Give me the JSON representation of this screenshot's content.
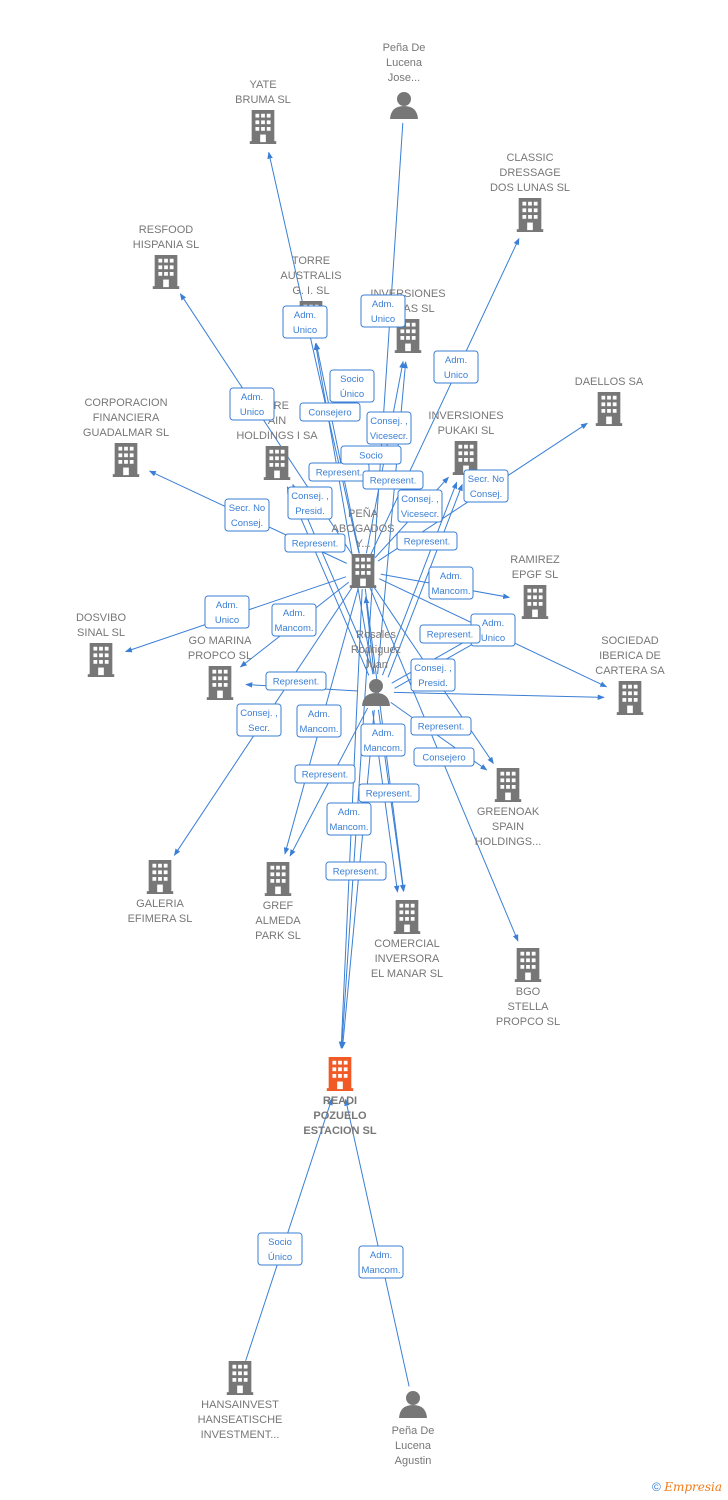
{
  "colors": {
    "company": "#777777",
    "focus": "#f15a24",
    "person": "#777777",
    "edge": "#3a7fd5"
  },
  "nodes": [
    {
      "id": "pena_jose",
      "type": "person",
      "lines": [
        "Peña De",
        "Lucena",
        "Jose..."
      ]
    },
    {
      "id": "yate",
      "type": "company",
      "lines": [
        "YATE",
        "BRUMA SL"
      ]
    },
    {
      "id": "classic",
      "type": "company",
      "lines": [
        "CLASSIC",
        "DRESSAGE",
        "DOS LUNAS  SL"
      ]
    },
    {
      "id": "resfood",
      "type": "company",
      "lines": [
        "RESFOOD",
        "HISPANIA  SL"
      ]
    },
    {
      "id": "torre",
      "type": "company",
      "lines": [
        "TORRE",
        "AUSTRALIS",
        "G. I.  SL"
      ]
    },
    {
      "id": "inversiones_lunas",
      "type": "company",
      "lines": [
        "INVERSIONES",
        "LUNAS  SL"
      ]
    },
    {
      "id": "daellos",
      "type": "company",
      "lines": [
        "DAELLOS SA"
      ]
    },
    {
      "id": "corporacion",
      "type": "company",
      "lines": [
        "CORPORACION",
        "FINANCIERA",
        "GUADALMAR SL"
      ]
    },
    {
      "id": "gore_spain",
      "type": "company",
      "lines": [
        "ORE",
        "AIN",
        "HOLDINGS I SA"
      ]
    },
    {
      "id": "pukaki",
      "type": "company",
      "lines": [
        "INVERSIONES",
        "PUKAKI  SL"
      ]
    },
    {
      "id": "pena_abogados",
      "type": "company",
      "lines": [
        "PEÑA",
        "ABOGADOS",
        "Y..."
      ]
    },
    {
      "id": "ramirez",
      "type": "company",
      "lines": [
        "RAMIREZ",
        "EPGF SL"
      ]
    },
    {
      "id": "dosvibo",
      "type": "company",
      "lines": [
        "DOSVIBO",
        "SINAL SL"
      ]
    },
    {
      "id": "go_marina",
      "type": "company",
      "lines": [
        "GO MARINA",
        "PROPCO  SL"
      ]
    },
    {
      "id": "sociedad_iberica",
      "type": "company",
      "lines": [
        "SOCIEDAD",
        "IBERICA DE",
        "CARTERA SA"
      ]
    },
    {
      "id": "rosales",
      "type": "person",
      "lines": [
        "Rosales",
        "Rodriguez",
        "Juan"
      ]
    },
    {
      "id": "greenoak",
      "type": "company",
      "lines": [
        "GREENOAK",
        "SPAIN",
        "HOLDINGS..."
      ]
    },
    {
      "id": "galeria",
      "type": "company",
      "lines": [
        "GALERIA",
        "EFIMERA  SL"
      ]
    },
    {
      "id": "gref",
      "type": "company",
      "lines": [
        "GREF",
        "ALMEDA",
        "PARK  SL"
      ]
    },
    {
      "id": "comercial",
      "type": "company",
      "lines": [
        "COMERCIAL",
        "INVERSORA",
        "EL MANAR SL"
      ]
    },
    {
      "id": "bgo",
      "type": "company",
      "lines": [
        "BGO",
        "STELLA",
        "PROPCO  SL"
      ]
    },
    {
      "id": "readi",
      "type": "focus",
      "lines": [
        "READI",
        "POZUELO",
        "ESTACION  SL"
      ]
    },
    {
      "id": "hansainvest",
      "type": "company",
      "lines": [
        "HANSAINVEST",
        "HANSEATISCHE",
        "INVESTMENT..."
      ]
    },
    {
      "id": "pena_agustin",
      "type": "person",
      "lines": [
        "Peña De",
        "Lucena",
        "Agustin"
      ]
    }
  ],
  "edges": [
    {
      "from": "pena_jose",
      "to": "readi",
      "labels": []
    },
    {
      "from": "pena_abogados",
      "to": "yate",
      "labels": []
    },
    {
      "from": "pena_abogados",
      "to": "classic",
      "labels": [
        "Adm.",
        "Unico"
      ]
    },
    {
      "from": "pena_abogados",
      "to": "resfood",
      "labels": [
        "Adm.",
        "Unico"
      ]
    },
    {
      "from": "pena_abogados",
      "to": "torre",
      "labels": [
        "Adm.",
        "Unico"
      ]
    },
    {
      "from": "pena_abogados",
      "to": "inversiones_lunas",
      "labels": [
        "Adm.",
        "Unico"
      ]
    },
    {
      "from": "pena_abogados",
      "to": "daellos",
      "labels": [
        "Secr.  No",
        "Consej."
      ]
    },
    {
      "from": "pena_abogados",
      "to": "corporacion",
      "labels": [
        "Secr.  No",
        "Consej."
      ]
    },
    {
      "from": "pena_abogados",
      "to": "pukaki",
      "labels": [
        "Consej. ,",
        "Vicesecr."
      ]
    },
    {
      "from": "pena_abogados",
      "to": "ramirez",
      "labels": [
        "Adm.",
        "Mancom."
      ]
    },
    {
      "from": "pena_abogados",
      "to": "dosvibo",
      "labels": [
        "Adm.",
        "Unico"
      ]
    },
    {
      "from": "pena_abogados",
      "to": "go_marina",
      "labels": [
        "Adm.",
        "Mancom."
      ]
    },
    {
      "from": "pena_abogados",
      "to": "sociedad_iberica",
      "labels": [
        "Adm.",
        "Unico"
      ]
    },
    {
      "from": "pena_abogados",
      "to": "greenoak",
      "labels": [
        "Consejero"
      ]
    },
    {
      "from": "pena_abogados",
      "to": "galeria",
      "labels": [
        "Consej. ,",
        "Secr."
      ]
    },
    {
      "from": "pena_abogados",
      "to": "gref",
      "labels": [
        "Adm.",
        "Mancom."
      ]
    },
    {
      "from": "pena_abogados",
      "to": "comercial",
      "labels": [
        "Represent."
      ]
    },
    {
      "from": "pena_abogados",
      "to": "bgo",
      "labels": []
    },
    {
      "from": "pena_abogados",
      "to": "readi",
      "labels": [
        "Represent."
      ]
    },
    {
      "from": "rosales",
      "to": "torre",
      "labels": [
        "Consejero"
      ]
    },
    {
      "from": "rosales",
      "to": "inversiones_lunas",
      "labels": [
        "Socio",
        "Único"
      ]
    },
    {
      "from": "rosales",
      "to": "gore_spain",
      "labels": [
        "Represent."
      ]
    },
    {
      "from": "rosales",
      "to": "pukaki",
      "labels": [
        "Represent."
      ]
    },
    {
      "from": "rosales",
      "to": "pena_abogados",
      "labels": [
        "Socio"
      ]
    },
    {
      "from": "rosales",
      "to": "go_marina",
      "labels": [
        "Represent."
      ]
    },
    {
      "from": "rosales",
      "to": "ramirez",
      "labels": [
        "Represent."
      ]
    },
    {
      "from": "rosales",
      "to": "greenoak",
      "labels": [
        "Represent."
      ]
    },
    {
      "from": "rosales",
      "to": "gref",
      "labels": [
        "Represent."
      ]
    },
    {
      "from": "rosales",
      "to": "comercial",
      "labels": [
        "Adm.",
        "Mancom."
      ]
    },
    {
      "from": "rosales",
      "to": "readi",
      "labels": [
        "Adm.",
        "Mancom."
      ]
    },
    {
      "from": "rosales",
      "to": "sociedad_iberica",
      "labels": [
        "Consej. ,",
        "Presid."
      ]
    },
    {
      "from": "rosales",
      "to": "gore_spain",
      "labels": [
        "Consej. ,",
        "Presid."
      ]
    },
    {
      "from": "rosales",
      "to": "pukaki",
      "labels": [
        "Consej. ,",
        "Vicesecr."
      ]
    },
    {
      "from": "rosales",
      "to": "ramirez",
      "labels": [
        "Represent."
      ]
    },
    {
      "from": "rosales",
      "to": "comercial",
      "labels": [
        "Represent."
      ]
    },
    {
      "from": "hansainvest",
      "to": "readi",
      "labels": [
        "Socio",
        "Único"
      ]
    },
    {
      "from": "pena_agustin",
      "to": "readi",
      "labels": [
        "Adm.",
        "Mancom."
      ]
    }
  ],
  "copyright": {
    "symbol": "©",
    "brand": "Empresia"
  }
}
